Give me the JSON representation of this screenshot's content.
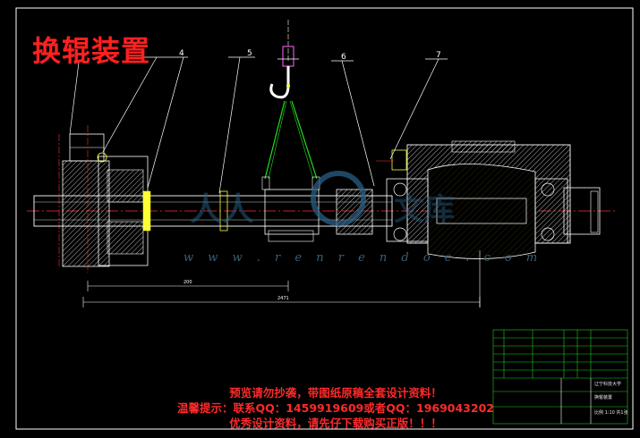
{
  "drawing": {
    "title": "换辊装置",
    "part_labels": [
      "4",
      "5",
      "6",
      "7"
    ],
    "dimension_labels": [
      "200",
      "2471"
    ],
    "watermark_url": "w w w . r e n r e n d o c . c o m",
    "notice_lines": [
      "预览请勿抄袭，带图纸原稿全套设计资料！",
      "温馨提示：联系QQ：1459919609或者QQ：1969043202",
      "优秀设计资料，请先仔下载购买正版！！！"
    ],
    "title_block": {
      "school": "辽宁科技大学",
      "drawing_name": "换辊装置",
      "sheet_info": "比例 1:10 共1张"
    }
  },
  "colors": {
    "background": "#000000",
    "outline": "#ffffff",
    "centerline": "#ff3030",
    "hatch": "#ffffff",
    "annotation": "#ffff33",
    "sling": "#22dd22",
    "hook": "#ff66ff",
    "title_red": "#ff2020",
    "table_green": "#22cc22",
    "watermark": "#2a5f86"
  }
}
